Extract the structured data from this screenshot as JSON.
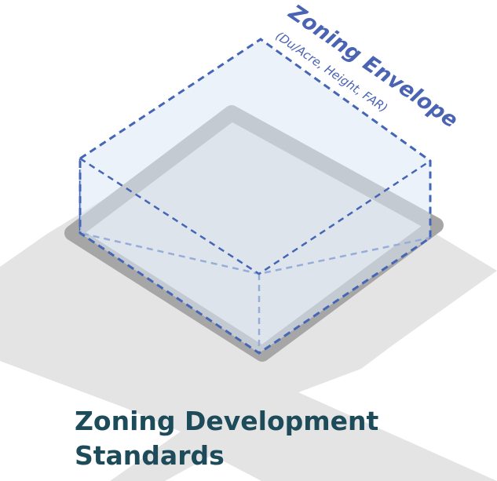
{
  "envelope_label": {
    "title": "Zoning Envelope",
    "subtitle": "(Du/Acre, Height, FAR)"
  },
  "caption": {
    "line1": "Zoning Development",
    "line2": "Standards"
  },
  "colors": {
    "street_gray": "#e4e4e4",
    "block_gray": "#e1e1e1",
    "curb_gray": "#a6a6a6",
    "envelope_fill": "#dbe7f6",
    "envelope_line": "#4565b6",
    "label_blue": "#4a64b3",
    "caption_teal": "#1d4b5a"
  }
}
